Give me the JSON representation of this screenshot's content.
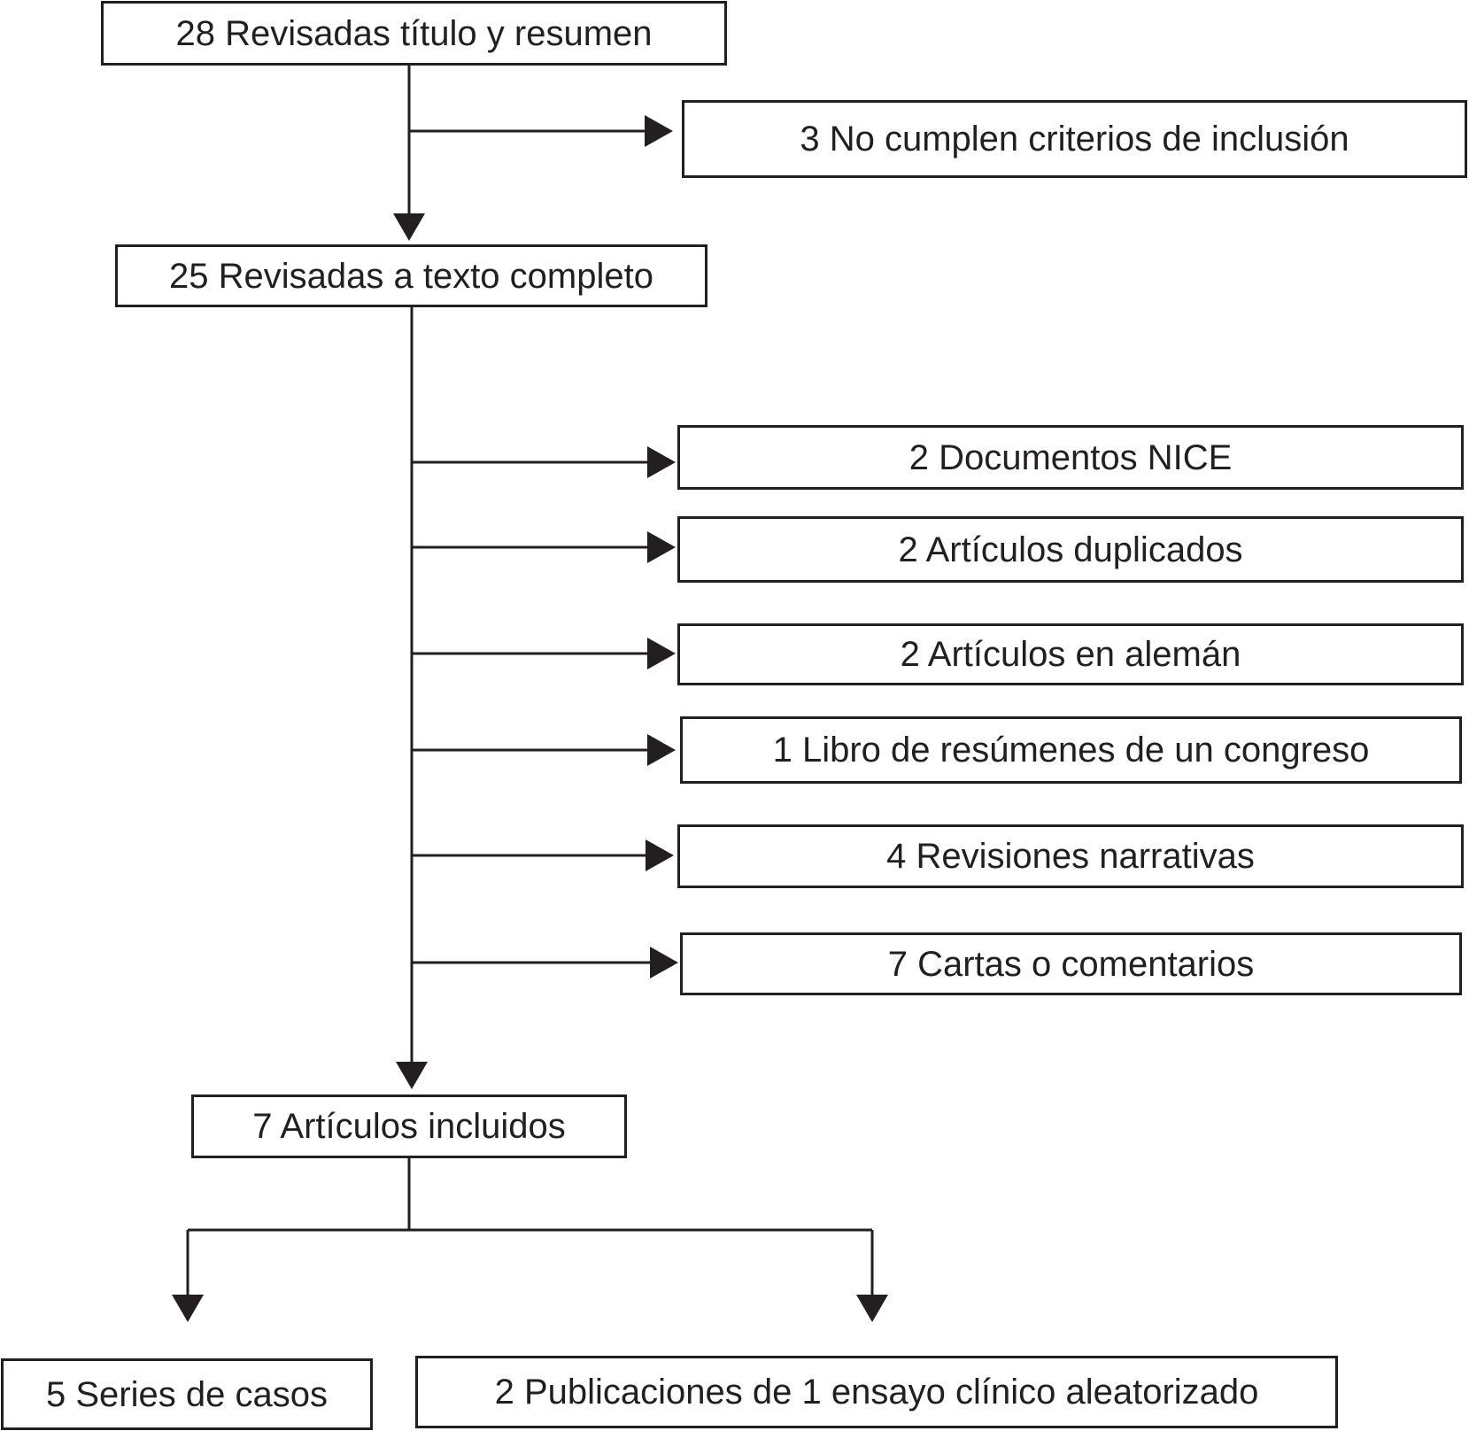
{
  "flowchart": {
    "screened": "28 Revisadas título y resumen",
    "excluded_inclusion": "3 No cumplen criterios de inclusión",
    "full_text": "25 Revisadas a texto completo",
    "exclusions": [
      "2 Documentos NICE",
      "2 Artículos duplicados",
      "2 Artículos en alemán",
      "1 Libro de resúmenes de un congreso",
      "4 Revisiones narrativas",
      "7 Cartas o comentarios"
    ],
    "included": "7 Artículos incluidos",
    "case_series": "5 Series de casos",
    "rct_publications": "2 Publicaciones de 1 ensayo clínico aleatorizado"
  },
  "colors": {
    "ink": "#231f20",
    "background": "#ffffff"
  }
}
